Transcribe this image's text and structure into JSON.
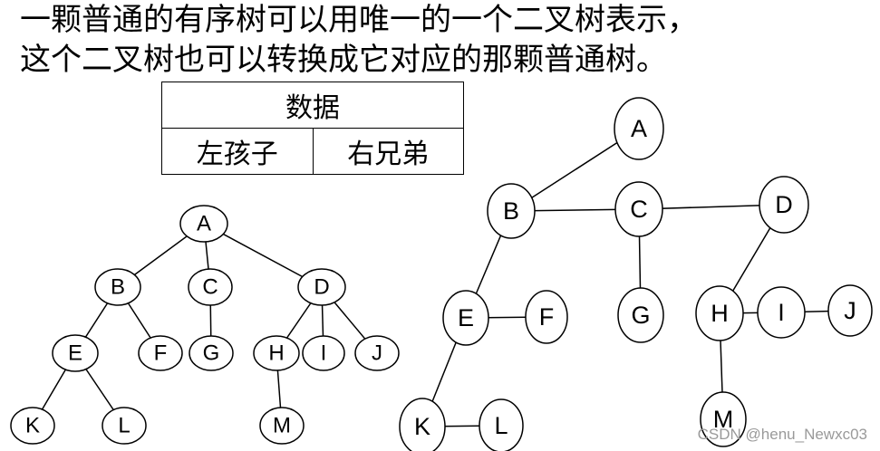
{
  "heading": {
    "line1": "一颗普通的有序树可以用唯一的一个二叉树表示，",
    "line2": "这个二叉树也可以转换成它对应的那颗普通树。"
  },
  "node_structure": {
    "data_label": "数据",
    "left_label": "左孩子",
    "right_label": "右兄弟"
  },
  "general_tree": {
    "nodes": [
      "A",
      "B",
      "C",
      "D",
      "E",
      "F",
      "G",
      "H",
      "I",
      "J",
      "K",
      "L",
      "M"
    ],
    "edges": [
      [
        "A",
        "B"
      ],
      [
        "A",
        "C"
      ],
      [
        "A",
        "D"
      ],
      [
        "B",
        "E"
      ],
      [
        "B",
        "F"
      ],
      [
        "C",
        "G"
      ],
      [
        "D",
        "H"
      ],
      [
        "D",
        "I"
      ],
      [
        "D",
        "J"
      ],
      [
        "E",
        "K"
      ],
      [
        "E",
        "L"
      ],
      [
        "H",
        "M"
      ]
    ]
  },
  "binary_tree": {
    "nodes": [
      "A",
      "B",
      "C",
      "D",
      "E",
      "F",
      "G",
      "H",
      "I",
      "J",
      "K",
      "L",
      "M"
    ],
    "edges": [
      [
        "A",
        "B"
      ],
      [
        "B",
        "C"
      ],
      [
        "C",
        "D"
      ],
      [
        "B",
        "E"
      ],
      [
        "E",
        "F"
      ],
      [
        "C",
        "G"
      ],
      [
        "D",
        "H"
      ],
      [
        "H",
        "I"
      ],
      [
        "I",
        "J"
      ],
      [
        "E",
        "K"
      ],
      [
        "K",
        "L"
      ],
      [
        "H",
        "M"
      ]
    ]
  },
  "watermark": "CSDN @henu_Newxc03"
}
